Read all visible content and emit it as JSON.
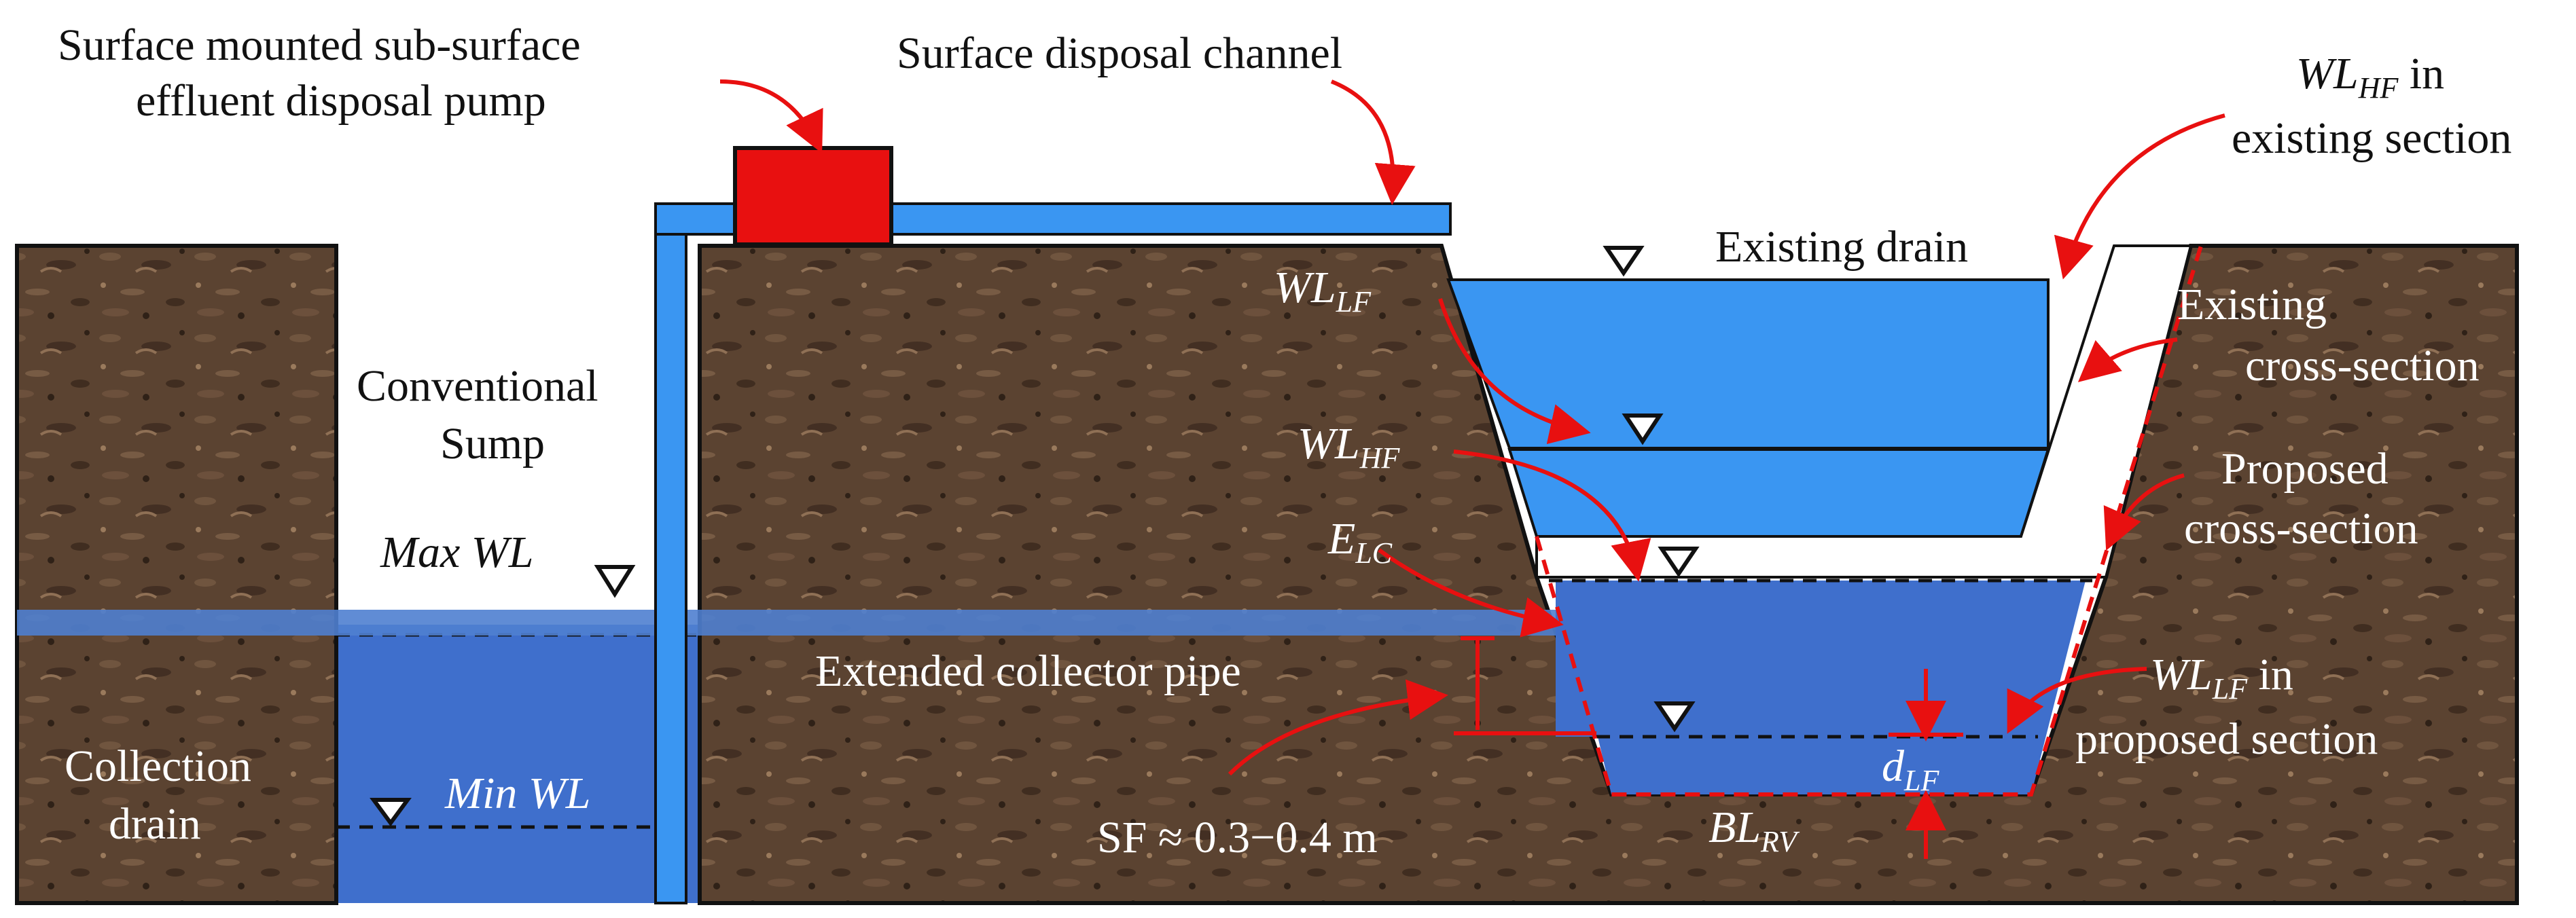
{
  "labels": {
    "pump": [
      "Surface mounted sub-surface",
      "effluent disposal pump"
    ],
    "channel": "Surface disposal channel",
    "wl_hf_existing_main": "WL",
    "wl_hf_existing_sub": "HF",
    "wl_hf_existing_suffix": " in",
    "wl_hf_existing_line2": "existing section",
    "existing_drain": "Existing drain",
    "existing_cross_section": [
      "Existing",
      "cross-section"
    ],
    "proposed_cross_section": [
      "Proposed",
      "cross-section"
    ],
    "conventional_sump": [
      "Conventional",
      "Sump"
    ],
    "max_wl": "Max WL",
    "min_wl": "Min WL",
    "collection_drain": [
      "Collection",
      "drain"
    ],
    "wl_lf_main": "WL",
    "wl_lf_sub": "LF",
    "wl_hf_main": "WL",
    "wl_hf_sub": "HF",
    "e_lc_main": "E",
    "e_lc_sub": "LC",
    "extended_collector_pipe": "Extended collector pipe",
    "sf": "SF ≈ 0.3−0.4 m",
    "wl_lf_proposed_main": "WL",
    "wl_lf_proposed_sub": "LF",
    "wl_lf_proposed_suffix": " in",
    "wl_lf_proposed_line2": "proposed section",
    "d_lf_main": "d",
    "d_lf_sub": "LF",
    "bl_rv_main": "BL",
    "bl_rv_sub": "RV"
  },
  "colors": {
    "soil": "#5a4130",
    "water_light": "#3a96f2",
    "water_dark": "#3f6fcc",
    "pump": "#e81010",
    "annotation": "#e81010",
    "outline": "#111111"
  }
}
